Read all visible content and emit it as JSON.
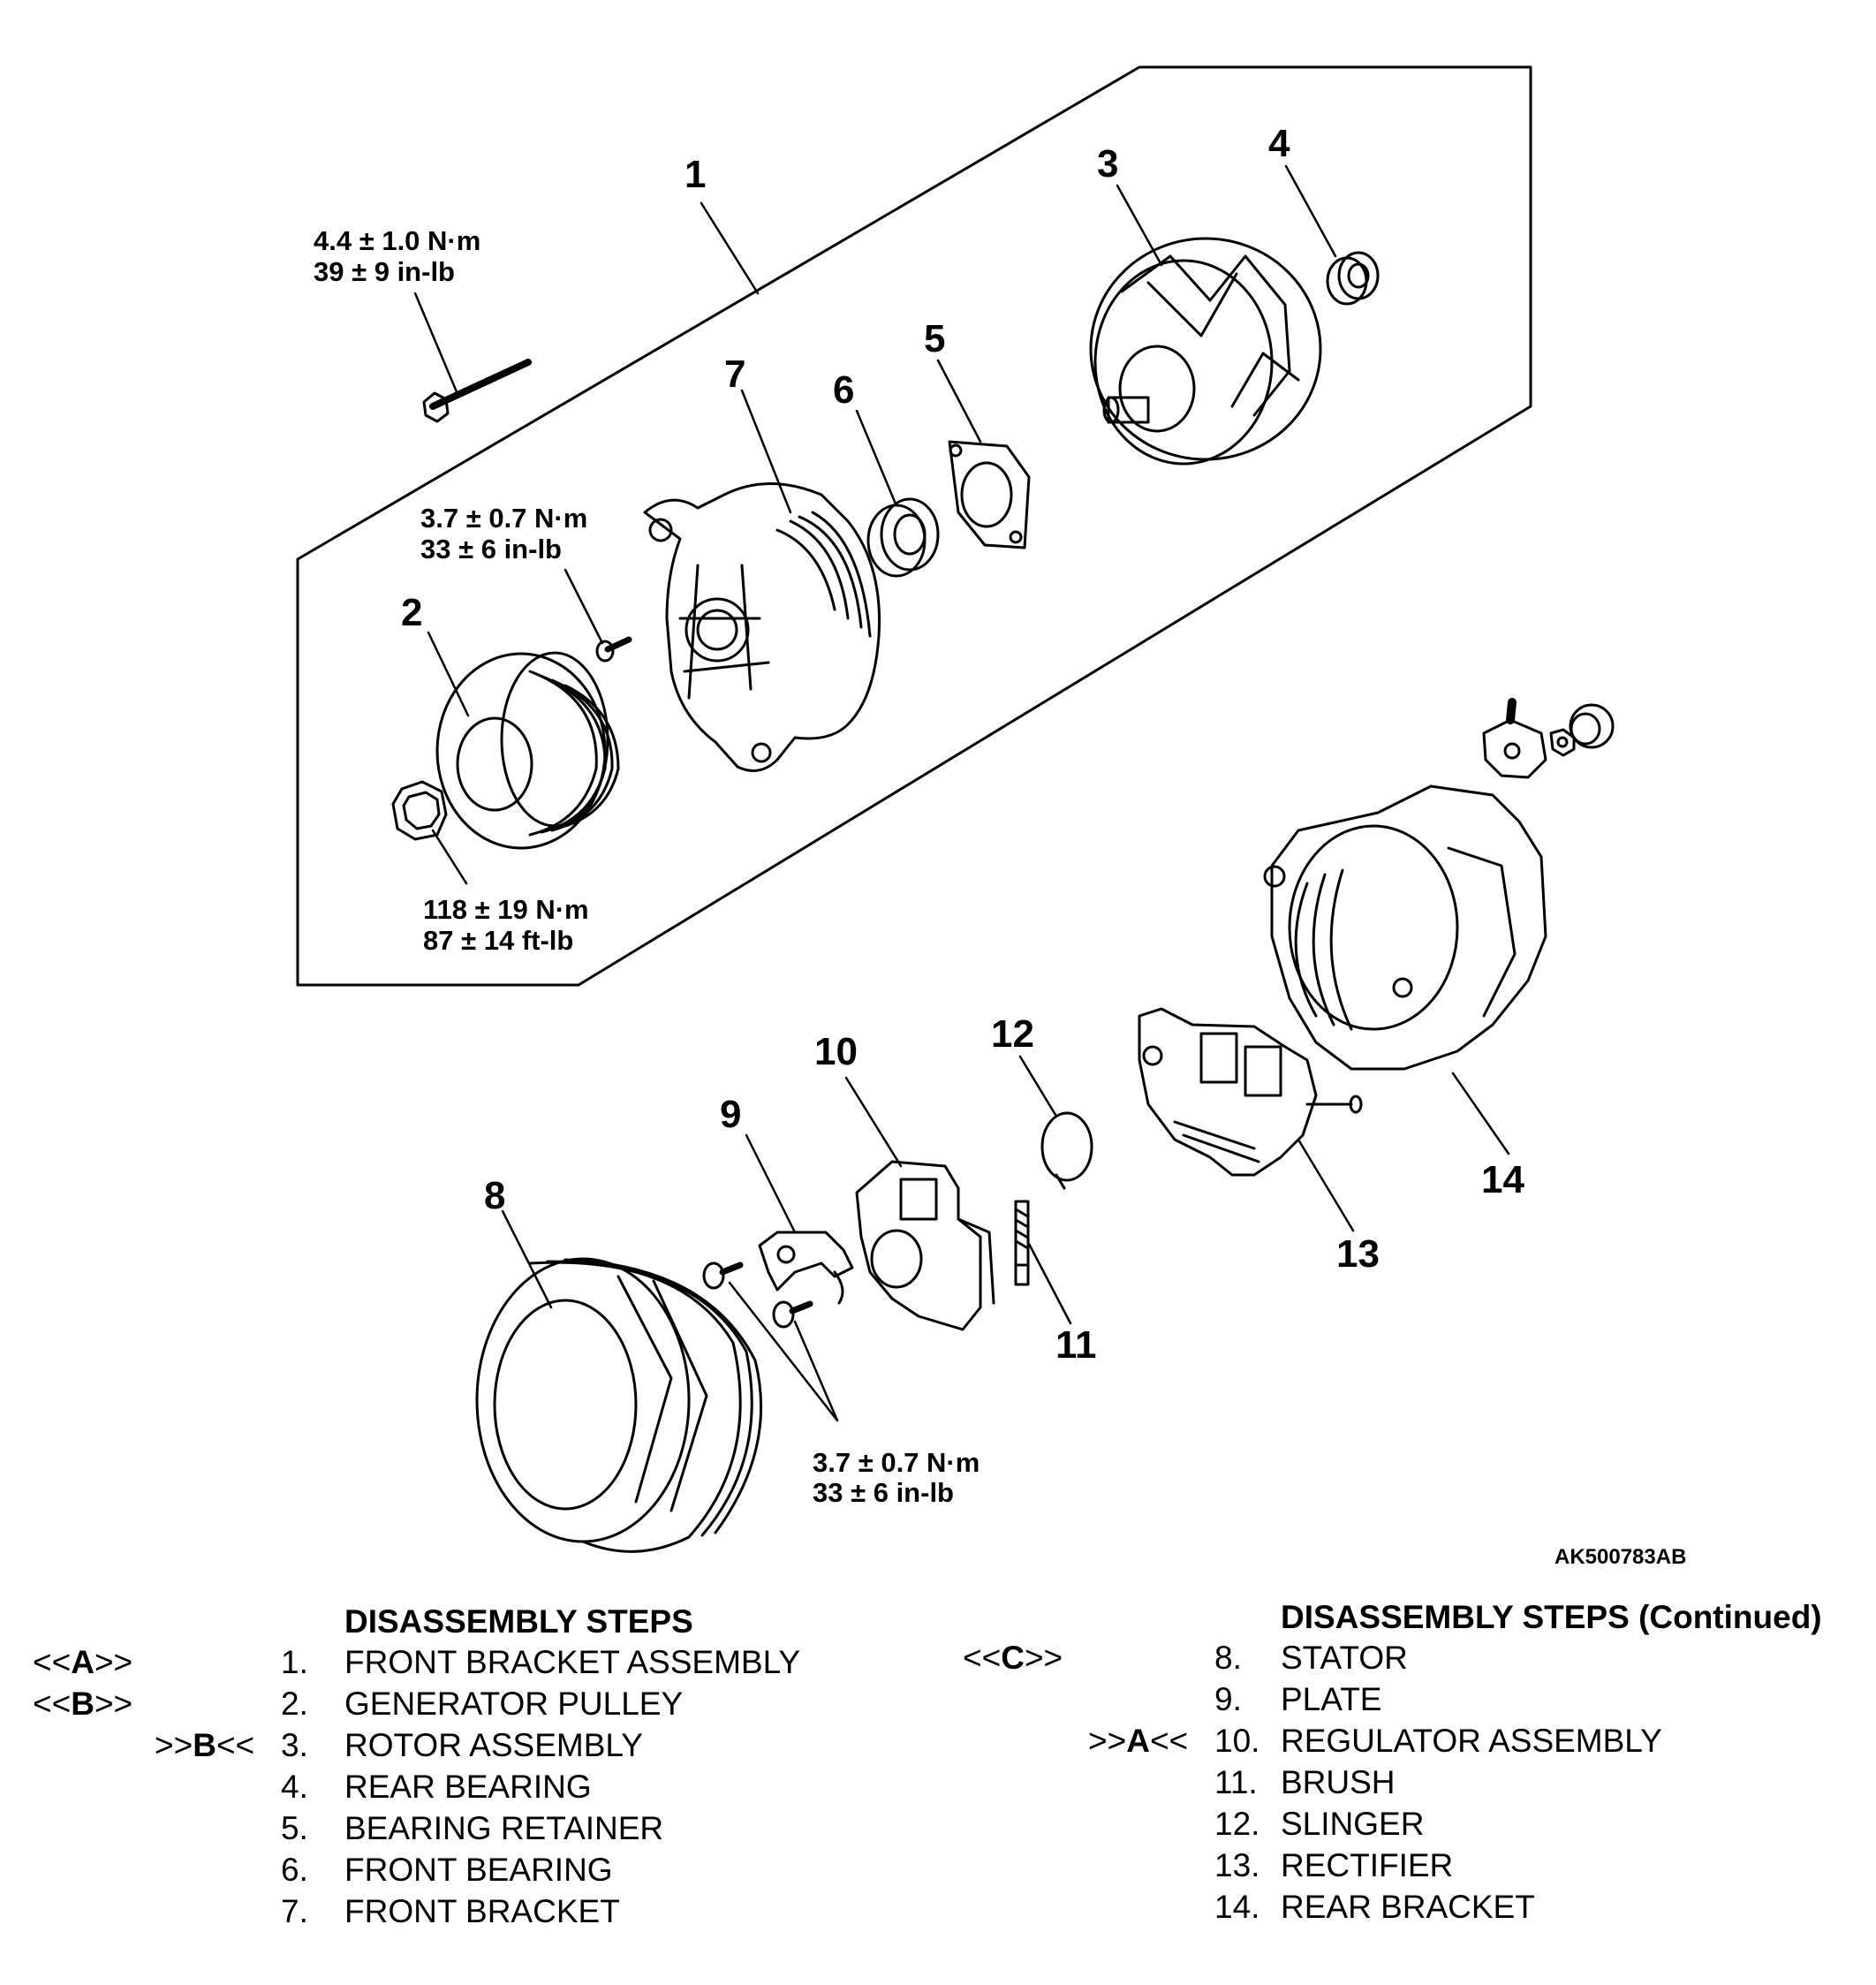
{
  "diagram": {
    "code": "AK500783AB",
    "callouts": {
      "c1": "1",
      "c2": "2",
      "c3": "3",
      "c4": "4",
      "c5": "5",
      "c6": "6",
      "c7": "7",
      "c8": "8",
      "c9": "9",
      "c10": "10",
      "c11": "11",
      "c12": "12",
      "c13": "13",
      "c14": "14"
    },
    "torques": {
      "bolt_long": {
        "metric": "4.4 ± 1.0 N·m",
        "imperial": "39 ± 9 in-lb"
      },
      "screw_front": {
        "metric": "3.7 ± 0.7 N·m",
        "imperial": "33 ± 6 in-lb"
      },
      "pulley_nut": {
        "metric": "118 ± 19 N·m",
        "imperial": "87 ± 14 ft-lb"
      },
      "plate_screws": {
        "metric": "3.7 ± 0.7 N·m",
        "imperial": "33 ± 6 in-lb"
      }
    }
  },
  "steps_left": {
    "heading": "DISASSEMBLY STEPS",
    "items": [
      {
        "pre": "<<",
        "key": "A",
        "post": ">>",
        "num": "1.",
        "name": "FRONT BRACKET ASSEMBLY"
      },
      {
        "pre": "<<",
        "key": "B",
        "post": ">>",
        "num": "2.",
        "name": "GENERATOR PULLEY"
      },
      {
        "pre": ">>",
        "key": "B",
        "post": "<<",
        "num": "3.",
        "name": "ROTOR ASSEMBLY"
      },
      {
        "pre": "",
        "key": "",
        "post": "",
        "num": "4.",
        "name": "REAR BEARING"
      },
      {
        "pre": "",
        "key": "",
        "post": "",
        "num": "5.",
        "name": "BEARING RETAINER"
      },
      {
        "pre": "",
        "key": "",
        "post": "",
        "num": "6.",
        "name": "FRONT BEARING"
      },
      {
        "pre": "",
        "key": "",
        "post": "",
        "num": "7.",
        "name": "FRONT BRACKET"
      }
    ]
  },
  "steps_right": {
    "heading": "DISASSEMBLY STEPS (Continued)",
    "items": [
      {
        "pre": "<<",
        "key": "C",
        "post": ">>",
        "num": "8.",
        "name": "STATOR"
      },
      {
        "pre": "",
        "key": "",
        "post": "",
        "num": "9.",
        "name": "PLATE"
      },
      {
        "pre": ">>",
        "key": "A",
        "post": "<<",
        "num": "10.",
        "name": "REGULATOR ASSEMBLY"
      },
      {
        "pre": "",
        "key": "",
        "post": "",
        "num": "11.",
        "name": "BRUSH"
      },
      {
        "pre": "",
        "key": "",
        "post": "",
        "num": "12.",
        "name": "SLINGER"
      },
      {
        "pre": "",
        "key": "",
        "post": "",
        "num": "13.",
        "name": "RECTIFIER"
      },
      {
        "pre": "",
        "key": "",
        "post": "",
        "num": "14.",
        "name": "REAR BRACKET"
      }
    ]
  }
}
